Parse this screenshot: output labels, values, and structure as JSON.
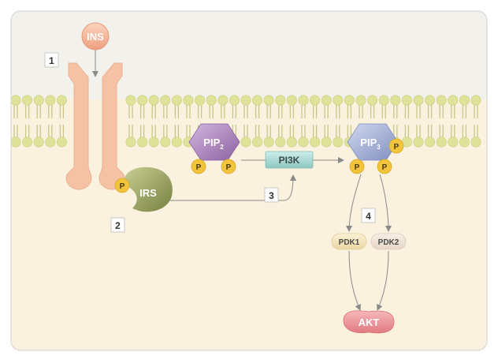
{
  "labels": {
    "ins": "INS",
    "irs": "IRS",
    "pip2_base": "PIP",
    "pip2_sub": "2",
    "pip3_base": "PIP",
    "pip3_sub": "3",
    "pi3k": "PI3K",
    "pdk1": "PDK1",
    "pdk2": "PDK2",
    "akt": "AKT",
    "phospho": "P"
  },
  "steps": [
    "1",
    "2",
    "3",
    "4"
  ],
  "colors": {
    "extracellular": "#f2f1ec",
    "cytoplasm": "#faf1df",
    "lipid_head": "#dfe39a",
    "receptor": "#f6c2a6",
    "ins": "#f4b59a",
    "irs": "#8f9a52",
    "pip2": "#a781b6",
    "pip3": "#9aa7cf",
    "phospho": "#f2c43c",
    "pi3k": "#a8d8d4",
    "pdk": "#f5e5bd",
    "akt": "#ec8f93"
  }
}
